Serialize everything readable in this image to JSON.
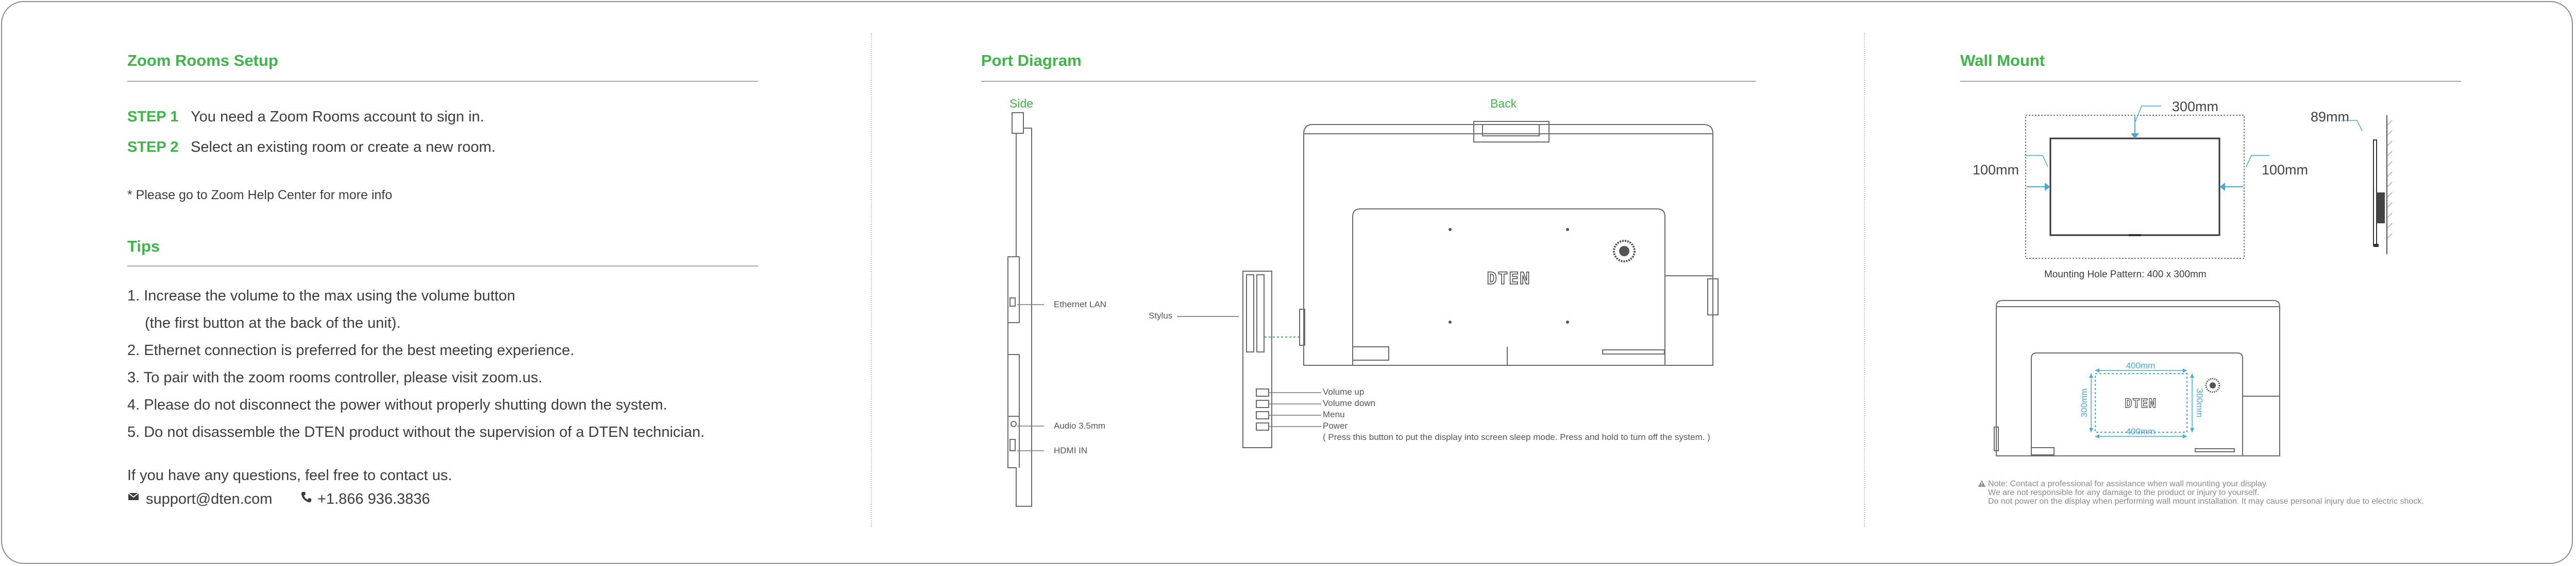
{
  "setup": {
    "title": "Zoom Rooms Setup",
    "steps": [
      {
        "label": "STEP 1",
        "text": "You need a Zoom Rooms account to sign in."
      },
      {
        "label": "STEP 2",
        "text": "Select an existing room or create a new room."
      }
    ],
    "footnote": "* Please go to Zoom Help Center for more info"
  },
  "tips": {
    "title": "Tips",
    "items": [
      "1. Increase the volume to the max using the volume button",
      "(the first button at the back of the unit).",
      "2. Ethernet connection is preferred for the best meeting experience.",
      "3. To pair with the zoom rooms controller, please visit zoom.us.",
      "4. Please do not disconnect the power without properly shutting down the system.",
      "5. Do not disassemble the DTEN product without the supervision of a DTEN technician."
    ]
  },
  "contact": {
    "intro": "If you have any questions, feel free to contact us.",
    "email": "support@dten.com",
    "phone": "+1.866 936.3836"
  },
  "ports": {
    "title": "Port Diagram",
    "side_label": "Side",
    "back_label": "Back",
    "side_callouts": {
      "ethernet": "Ethernet LAN",
      "audio": "Audio 3.5mm",
      "hdmi": "HDMI IN"
    },
    "stylus": "Stylus",
    "buttons": [
      "Volume up",
      "Volume down",
      "Menu",
      "Power"
    ],
    "power_note": "( Press this button to put the display into screen sleep mode. Press and hold to turn off the system. )",
    "logo": "DTEN"
  },
  "wall": {
    "title": "Wall Mount",
    "dim_top": "300mm",
    "dim_left": "100mm",
    "dim_right": "100mm",
    "dim_depth": "89mm",
    "hole_pattern": "Mounting Hole Pattern: 400 x 300mm",
    "hole_h_top": "400mm",
    "hole_h_bottom": "400mm",
    "hole_v_left": "300mm",
    "hole_v_right": "300mm",
    "logo": "DTEN",
    "note_lines": [
      "Note: Contact a professional for assistance when wall mounting your display.",
      "We are not responsible for any damage to the product or injury to yourself.",
      "Do not power on the display when performing wall mount installation. It may cause personal injury due to electric shock."
    ]
  },
  "colors": {
    "accent": "#3fb54a",
    "dimension": "#4aa8d8"
  },
  "icons": {
    "email": "envelope-icon",
    "phone": "phone-icon",
    "warning": "warning-icon"
  }
}
